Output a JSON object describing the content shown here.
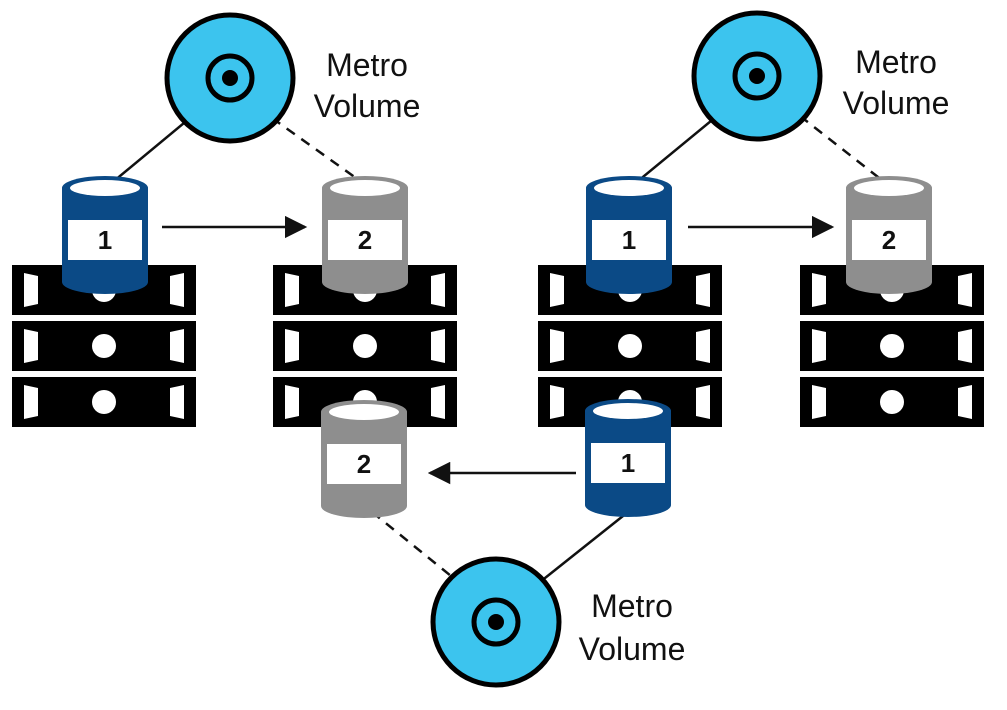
{
  "colors": {
    "disc": "#3cc4ee",
    "primary_volume": "#0b4a86",
    "secondary_volume": "#8e8e8e",
    "server": "#000000",
    "background": "#ffffff"
  },
  "groups": [
    {
      "metro_label_line1": "Metro",
      "metro_label_line2": "Volume",
      "primary_number": "1",
      "secondary_number": "2"
    },
    {
      "metro_label_line1": "Metro",
      "metro_label_line2": "Volume",
      "primary_number": "1",
      "secondary_number": "2"
    },
    {
      "metro_label_line1": "Metro",
      "metro_label_line2": "Volume",
      "primary_number": "1",
      "secondary_number": "2"
    }
  ]
}
